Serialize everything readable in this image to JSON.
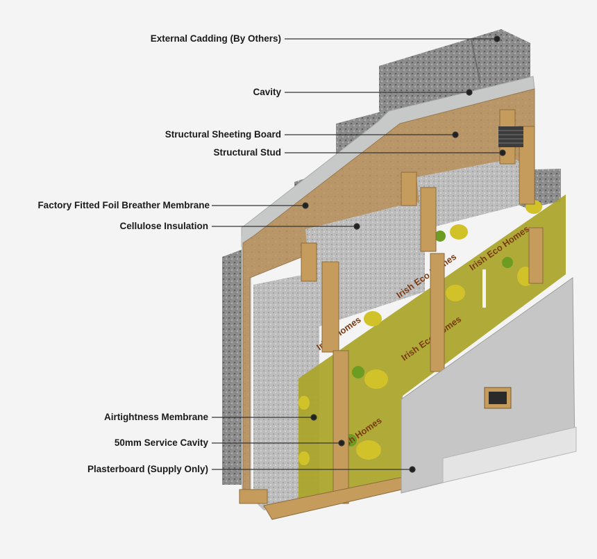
{
  "labels": {
    "external_cladding": "External Cadding (By Others)",
    "cavity": "Cavity",
    "sheeting_board": "Structural Sheeting Board",
    "structural_stud": "Structural Stud",
    "breather_membrane": "Factory Fitted Foil Breather Membrane",
    "cellulose": "Cellulose Insulation",
    "airtightness": "Airtightness Membrane",
    "service_cavity": "50mm Service Cavity",
    "plasterboard": "Plasterboard (Supply Only)"
  },
  "watermark": [
    "Irish Eco Homes",
    "Irish Eco Homes",
    "Irish Homes",
    "Irish Homes",
    "Irish Eco Homes"
  ],
  "colors": {
    "block": "#8d8d8d",
    "cavity_board": "#c9cbca",
    "osb": "#b89467",
    "stud": "#c69c5d",
    "cellulose": "#b9b9b9",
    "membrane": "#a9a428",
    "plaster": "#c6c6c6"
  }
}
